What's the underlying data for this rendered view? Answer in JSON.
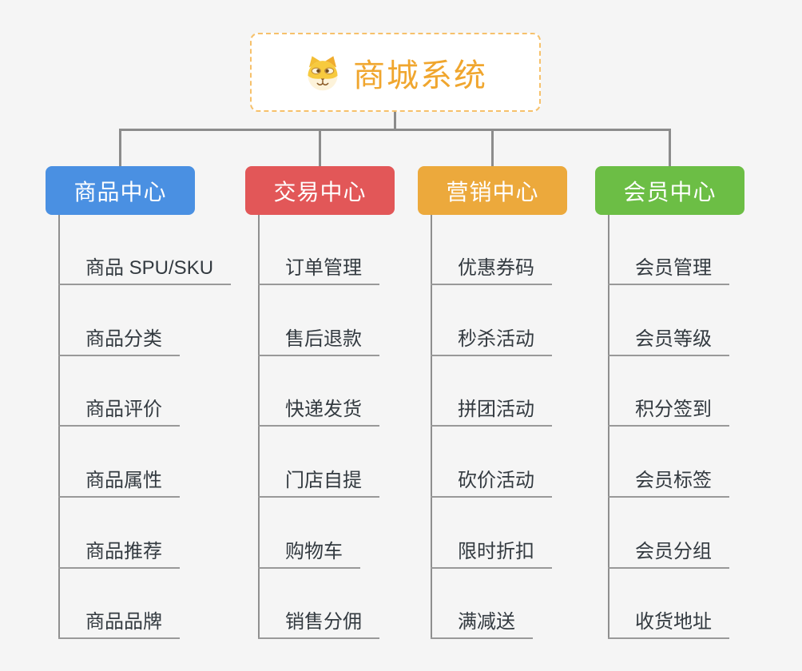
{
  "root": {
    "title": "商城系统",
    "icon": "doge-icon",
    "title_color": "#f0a62e",
    "border_color": "#f6c16b"
  },
  "branches": [
    {
      "label": "商品中心",
      "color": "#4a90e2",
      "items": [
        "商品 SPU/SKU",
        "商品分类",
        "商品评价",
        "商品属性",
        "商品推荐",
        "商品品牌"
      ]
    },
    {
      "label": "交易中心",
      "color": "#e25758",
      "items": [
        "订单管理",
        "售后退款",
        "快递发货",
        "门店自提",
        "购物车",
        "销售分佣"
      ]
    },
    {
      "label": "营销中心",
      "color": "#eca93c",
      "items": [
        "优惠券码",
        "秒杀活动",
        "拼团活动",
        "砍价活动",
        "限时折扣",
        "满减送"
      ]
    },
    {
      "label": "会员中心",
      "color": "#6cbe45",
      "items": [
        "会员管理",
        "会员等级",
        "积分签到",
        "会员标签",
        "会员分组",
        "收货地址"
      ]
    }
  ],
  "colors": {
    "background": "#f5f5f5",
    "connector": "#8c8c8c",
    "leaf_text": "#333a40",
    "leaf_underline": "#999999"
  }
}
